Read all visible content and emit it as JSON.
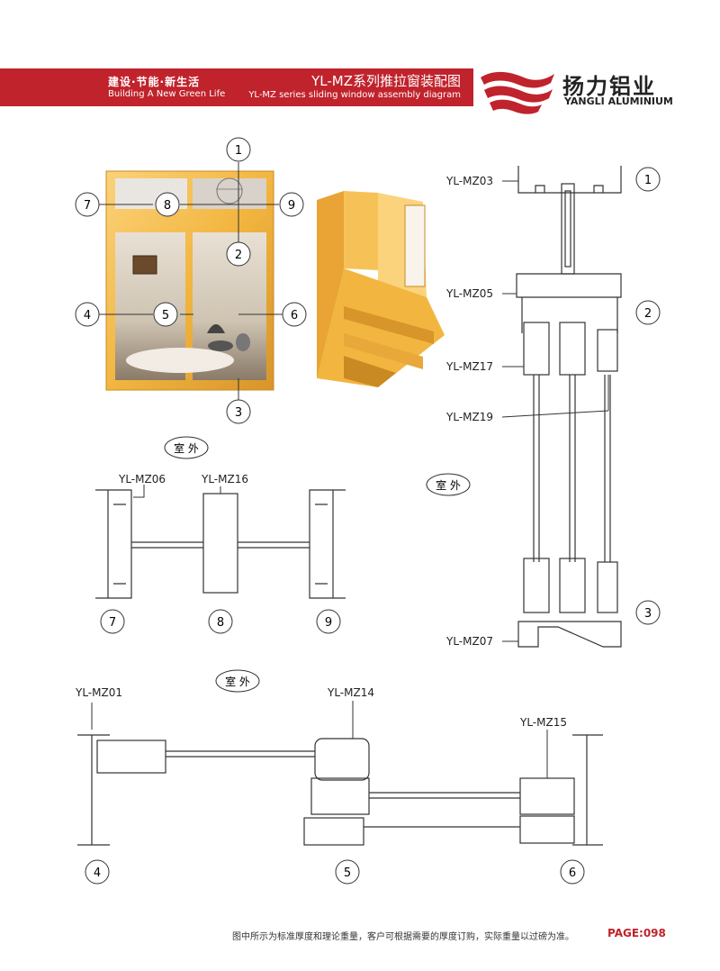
{
  "header": {
    "slogan_cn": "建设·节能·新生活",
    "slogan_en": "Building A New Green Life",
    "title_cn": "YL-MZ系列推拉窗装配图",
    "title_en": "YL-MZ series sliding window assembly diagram"
  },
  "brand": {
    "name_cn": "扬力铝业",
    "name_en": "YANGLI ALUMINIUM"
  },
  "colors": {
    "brand_red": "#c0232c",
    "profile_gold": "#f2b640",
    "line": "#333333"
  },
  "callouts": [
    "1",
    "2",
    "3",
    "4",
    "5",
    "6",
    "7",
    "8",
    "9"
  ],
  "outdoor_label": "室 外",
  "profiles": {
    "mz03": "YL-MZ03",
    "mz05": "YL-MZ05",
    "mz17": "YL-MZ17",
    "mz19": "YL-MZ19",
    "mz07": "YL-MZ07",
    "mz06": "YL-MZ06",
    "mz16": "YL-MZ16",
    "mz01": "YL-MZ01",
    "mz14": "YL-MZ14",
    "mz15": "YL-MZ15"
  },
  "footer": {
    "note": "图中所示为标准厚度和理论重量，客户可根据需要的厚度订购，实际重量以过磅为准。",
    "page": "PAGE:098"
  }
}
